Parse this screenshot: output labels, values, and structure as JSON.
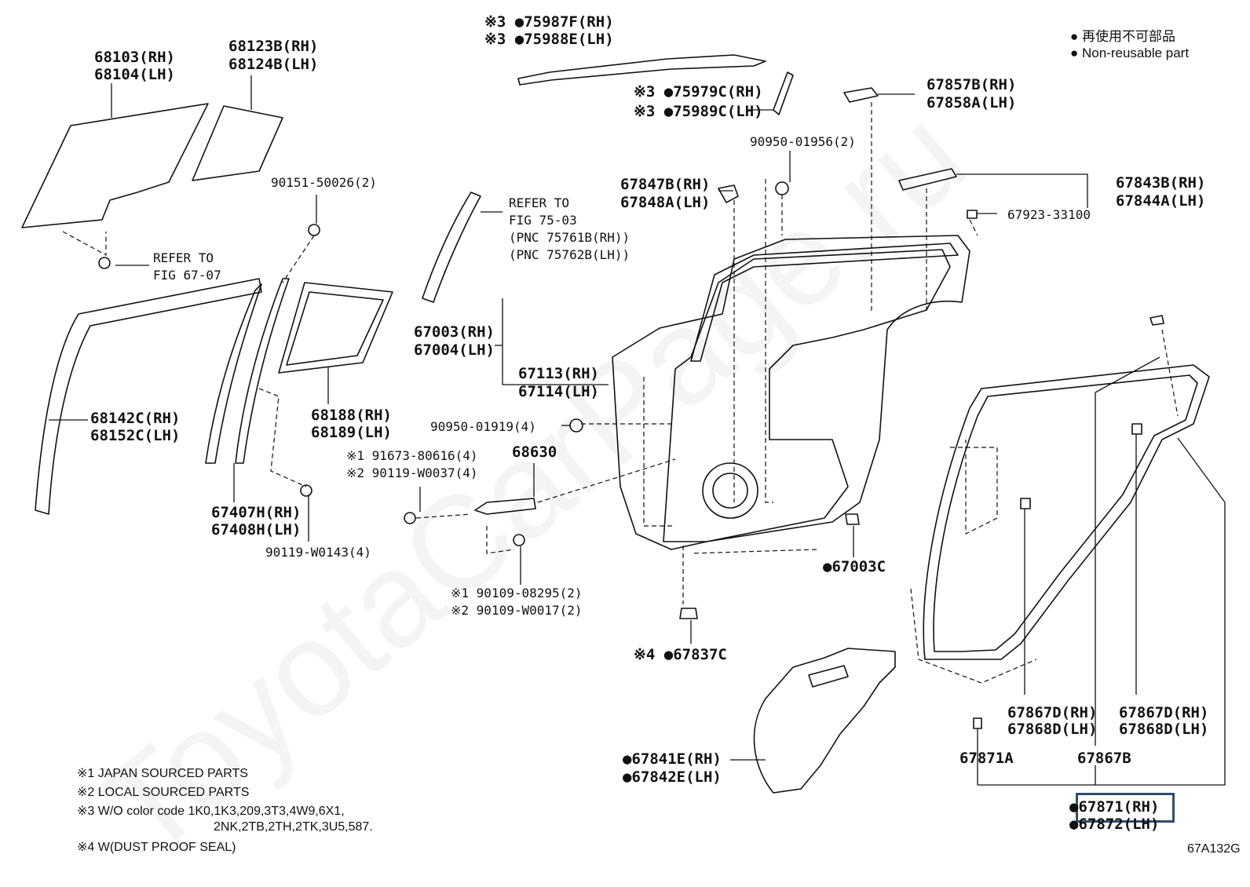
{
  "legend": {
    "jp": "● 再使用不可部品",
    "en": "● Non-reusable part"
  },
  "diagram_code": "67A132G",
  "watermark": "ToyotaCarPage.ru",
  "notes": [
    "※1 JAPAN SOURCED PARTS",
    "※2 LOCAL SOURCED PARTS",
    "※3 W/O color code 1K0,1K3,209,3T3,4W9,6X1,",
    "2NK,2TB,2TH,2TK,3U5,587.",
    "※4 W(DUST PROOF SEAL)"
  ],
  "labels": {
    "l68103": "68103(RH)",
    "l68104": "68104(LH)",
    "l68123": "68123B(RH)",
    "l68124": "68124B(LH)",
    "l90151": "90151-50026(2)",
    "refer1a": "REFER TO",
    "refer1b": "FIG 67-07",
    "l68142": "68142C(RH)",
    "l68152": "68152C(LH)",
    "l68188": "68188(RH)",
    "l68189": "68189(LH)",
    "l67407": "67407H(RH)",
    "l67408": "67408H(LH)",
    "l90119a": "90119-W0143(4)",
    "l75987": "※3 ●75987F(RH)",
    "l75988": "※3 ●75988E(LH)",
    "l75979": "※3 ●75979C(RH)",
    "l75989": "※3 ●75989C(LH)",
    "l90950a": "90950-01956(2)",
    "l67847": "67847B(RH)",
    "l67848": "67848A(LH)",
    "refer2a": "REFER TO",
    "refer2b": "FIG 75-03",
    "refer2c": "(PNC 75761B(RH))",
    "refer2d": "(PNC 75762B(LH))",
    "l67003": "67003(RH)",
    "l67004": "67004(LH)",
    "l67113": "67113(RH)",
    "l67114": "67114(LH)",
    "l90950b": "90950-01919(4)",
    "l91673": "※1 91673-80616(4)",
    "l90119b": "※2 90119-W0037(4)",
    "l68630": "68630",
    "l90109a": "※1 90109-08295(2)",
    "l90109b": "※2 90109-W0017(2)",
    "l67837": "※4 ●67837C",
    "l67003c": "●67003C",
    "l67841": "●67841E(RH)",
    "l67842": "●67842E(LH)",
    "l67857": "67857B(RH)",
    "l67858": "67858A(LH)",
    "l67843": "67843B(RH)",
    "l67844": "67844A(LH)",
    "l67923": "67923-33100",
    "l67867d1": "67867D(RH)",
    "l67868d1": "67868D(LH)",
    "l67867d2": "67867D(RH)",
    "l67868d2": "67868D(LH)",
    "l67871a": "67871A",
    "l67867b": "67867B",
    "l67871": "●67871(RH)",
    "l67872": "●67872(LH)"
  }
}
